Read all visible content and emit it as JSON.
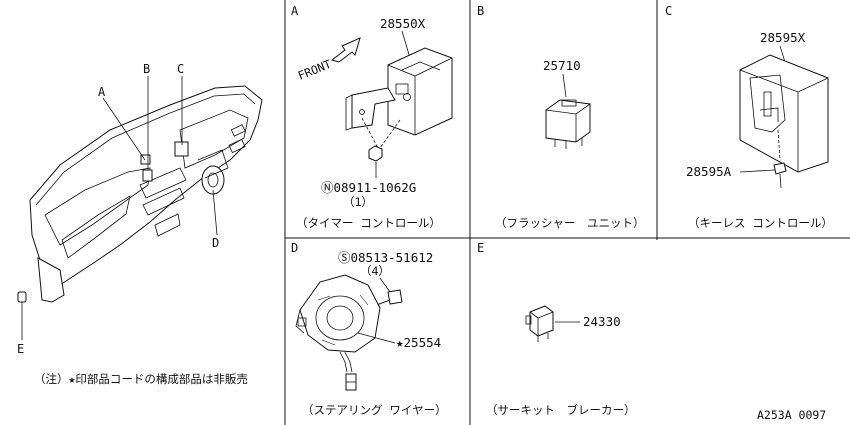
{
  "overview": {
    "callouts": [
      "A",
      "B",
      "C",
      "D",
      "E"
    ],
    "note": "（注）★印部品コードの構成部品は非販売"
  },
  "panels": [
    {
      "letter": "A",
      "parts": [
        "28550X",
        "Ⓝ08911-1062G",
        "（1）"
      ],
      "arrow_label": "FRONT",
      "caption": "（タイマー コントロール）"
    },
    {
      "letter": "B",
      "parts": [
        "25710"
      ],
      "caption": "（フラッシャー　ユニット）"
    },
    {
      "letter": "C",
      "parts": [
        "28595X",
        "28595A"
      ],
      "caption": "（キーレス コントロール）"
    },
    {
      "letter": "D",
      "parts": [
        "Ⓢ08513-51612",
        "（4）",
        "★25554"
      ],
      "caption": "（ステアリング ワイヤー）"
    },
    {
      "letter": "E",
      "parts": [
        "24330"
      ],
      "caption": "（サーキット　ブレーカー）"
    }
  ],
  "drawing_code": "A253A 0097"
}
